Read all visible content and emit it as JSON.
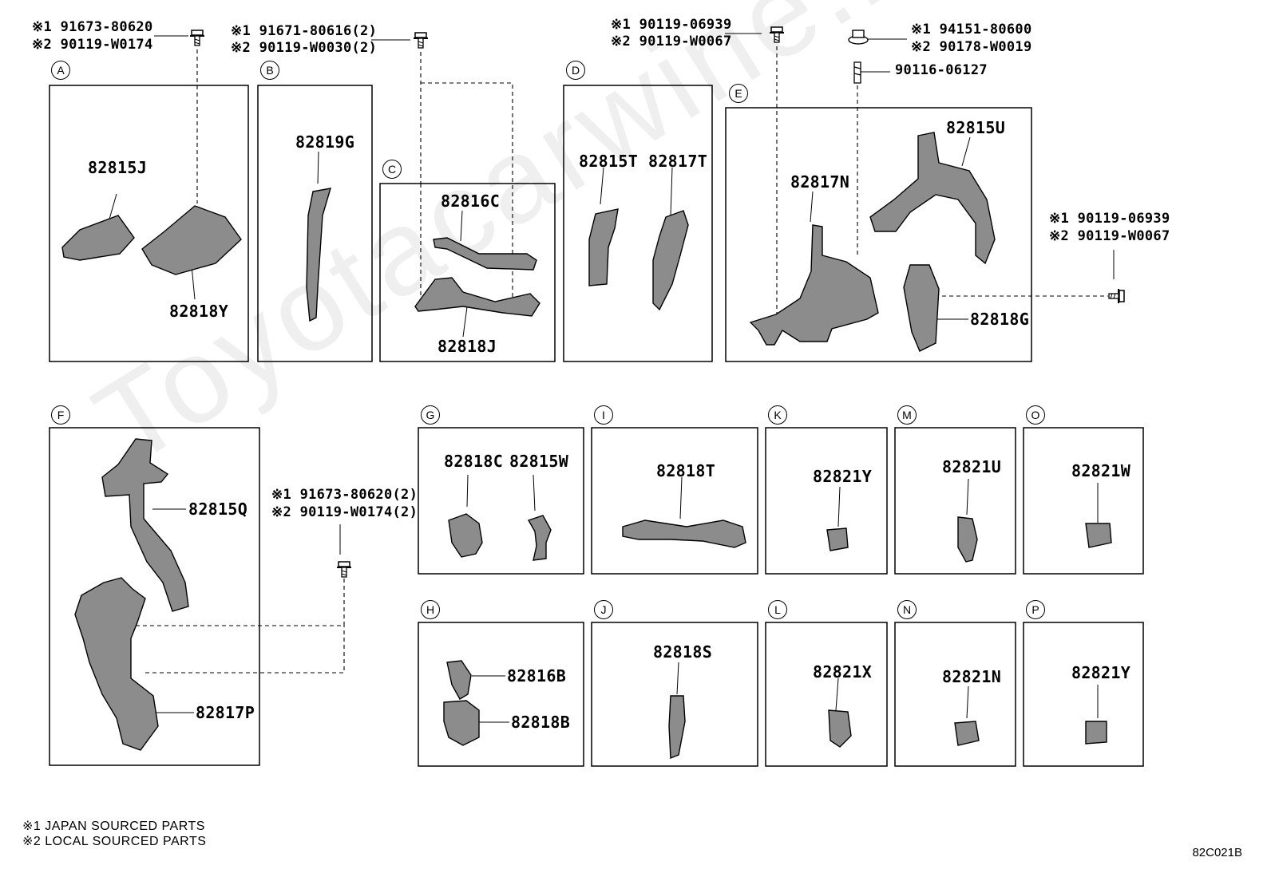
{
  "watermark": "Toyotacarwine.ru",
  "diagram_code": "82C021B",
  "footnotes": [
    "※1 JAPAN SOURCED PARTS",
    "※2 LOCAL SOURCED PARTS"
  ],
  "panel_letters": [
    "A",
    "B",
    "C",
    "D",
    "E",
    "F",
    "G",
    "H",
    "I",
    "J",
    "K",
    "L",
    "M",
    "N",
    "O",
    "P"
  ],
  "fastener_labels": [
    "※1 91673-80620",
    "※2 90119-W0174",
    "※1 91671-80616(2)",
    "※2 90119-W0030(2)",
    "※1 90119-06939",
    "※2 90119-W0067",
    "※1 94151-80600",
    "※2 90178-W0019",
    "90116-06127",
    "※1 90119-06939",
    "※2 90119-W0067",
    "※1 91673-80620(2)",
    "※2 90119-W0174(2)"
  ],
  "part_numbers": [
    "82815J",
    "82818Y",
    "82819G",
    "82816C",
    "82818J",
    "82815T",
    "82817T",
    "82817N",
    "82815U",
    "82818G",
    "82815Q",
    "82817P",
    "82818C",
    "82815W",
    "82818T",
    "82821Y",
    "82821U",
    "82821W",
    "82816B",
    "82818B",
    "82818S",
    "82821X",
    "82821N",
    "82821Y"
  ]
}
